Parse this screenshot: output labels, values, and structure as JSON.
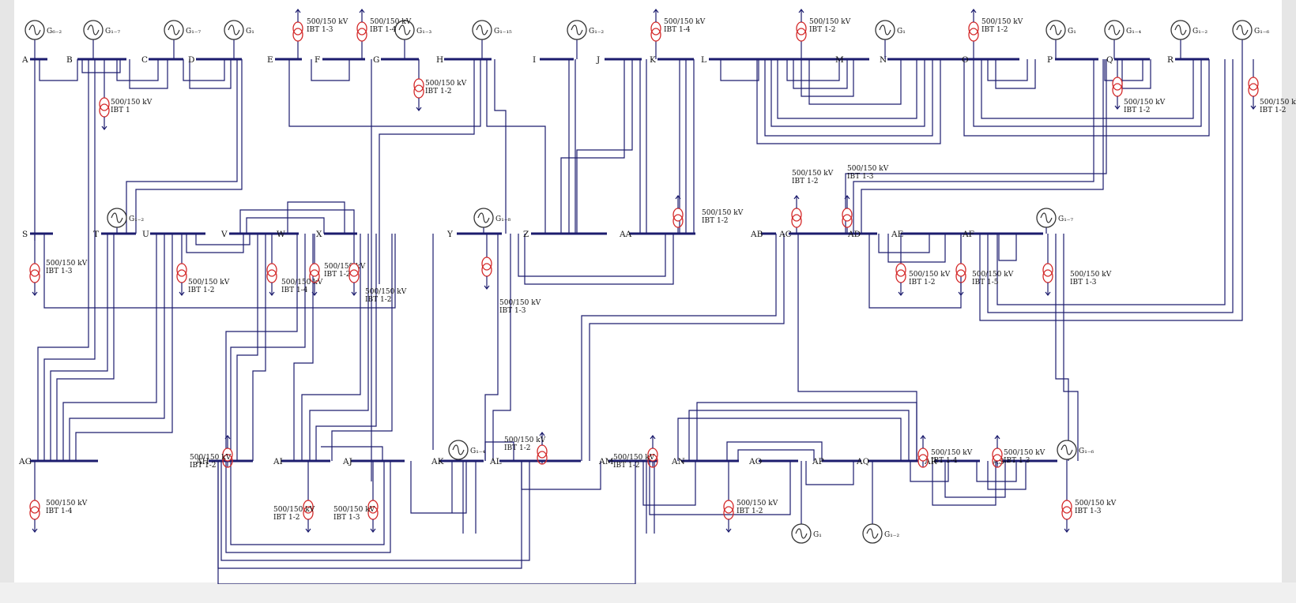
{
  "caption": "",
  "colors": {
    "line": "#1c1c6e",
    "transformer": "#d42a2a",
    "text": "#111111",
    "generator": "#333333"
  },
  "buses": [
    {
      "id": "A",
      "label": "A"
    },
    {
      "id": "B",
      "label": "B"
    },
    {
      "id": "C",
      "label": "C"
    },
    {
      "id": "D",
      "label": "D"
    },
    {
      "id": "E",
      "label": "E"
    },
    {
      "id": "F",
      "label": "F"
    },
    {
      "id": "G",
      "label": "G"
    },
    {
      "id": "H",
      "label": "H"
    },
    {
      "id": "I",
      "label": "I"
    },
    {
      "id": "J",
      "label": "J"
    },
    {
      "id": "K",
      "label": "K"
    },
    {
      "id": "L",
      "label": "L"
    },
    {
      "id": "M",
      "label": "M"
    },
    {
      "id": "N",
      "label": "N"
    },
    {
      "id": "O",
      "label": "O"
    },
    {
      "id": "P",
      "label": "P"
    },
    {
      "id": "Q",
      "label": "Q"
    },
    {
      "id": "R",
      "label": "R"
    },
    {
      "id": "S",
      "label": "S"
    },
    {
      "id": "T",
      "label": "T"
    },
    {
      "id": "U",
      "label": "U"
    },
    {
      "id": "V",
      "label": "V"
    },
    {
      "id": "W",
      "label": "W"
    },
    {
      "id": "X",
      "label": "X"
    },
    {
      "id": "Y",
      "label": "Y"
    },
    {
      "id": "Z",
      "label": "Z"
    },
    {
      "id": "AA",
      "label": "AA"
    },
    {
      "id": "AB",
      "label": "AB"
    },
    {
      "id": "AC",
      "label": "AC"
    },
    {
      "id": "AD",
      "label": "AD"
    },
    {
      "id": "AE",
      "label": "AE"
    },
    {
      "id": "AF",
      "label": "AF"
    },
    {
      "id": "AG",
      "label": "AG"
    },
    {
      "id": "AH",
      "label": "AH"
    },
    {
      "id": "AI",
      "label": "AI"
    },
    {
      "id": "AJ",
      "label": "AJ"
    },
    {
      "id": "AK",
      "label": "AK"
    },
    {
      "id": "AL",
      "label": "AL"
    },
    {
      "id": "AM",
      "label": "AM"
    },
    {
      "id": "AN",
      "label": "AN"
    },
    {
      "id": "AO",
      "label": "AO"
    },
    {
      "id": "AP",
      "label": "AP"
    },
    {
      "id": "AQ",
      "label": "AQ"
    },
    {
      "id": "AR",
      "label": "AR"
    },
    {
      "id": "AS",
      "label": "AS"
    }
  ],
  "generators": [
    {
      "id": "g-a",
      "label": "G₆₋₂"
    },
    {
      "id": "g-b",
      "label": "G₁₋₇"
    },
    {
      "id": "g-c",
      "label": "G₁₋₇"
    },
    {
      "id": "g-d",
      "label": "G₁"
    },
    {
      "id": "g-g",
      "label": "G₁₋₃"
    },
    {
      "id": "g-h",
      "label": "G₁₋₁₅"
    },
    {
      "id": "g-i",
      "label": "G₁₋₂"
    },
    {
      "id": "g-m",
      "label": "G₁"
    },
    {
      "id": "g-o",
      "label": "G₁"
    },
    {
      "id": "g-p",
      "label": "G₁₋₄"
    },
    {
      "id": "g-q",
      "label": "G₁₋₂"
    },
    {
      "id": "g-r",
      "label": "G₁₋₆"
    },
    {
      "id": "g-t",
      "label": "G₁₋₂"
    },
    {
      "id": "g-y",
      "label": "G₁₋₈"
    },
    {
      "id": "g-af",
      "label": "G₁₋₇"
    },
    {
      "id": "g-ak",
      "label": "G₁₋₄"
    },
    {
      "id": "g-ao",
      "label": "G₁"
    },
    {
      "id": "g-ap",
      "label": "G₁₋₂"
    },
    {
      "id": "g-as",
      "label": "G₁₋₆"
    }
  ],
  "transformers": [
    {
      "id": "t-b",
      "line1": "500/150 kV",
      "line2": "IBT 1"
    },
    {
      "id": "t-e",
      "line1": "500/150 kV",
      "line2": "IBT 1-3"
    },
    {
      "id": "t-f",
      "line1": "500/150 kV",
      "line2": "IBT 1-4"
    },
    {
      "id": "t-g",
      "line1": "500/150 kV",
      "line2": "IBT 1-2"
    },
    {
      "id": "t-j",
      "line1": "500/150 kV",
      "line2": "IBT 1-4"
    },
    {
      "id": "t-l",
      "line1": "500/150 kV",
      "line2": "IBT 1-2"
    },
    {
      "id": "t-n",
      "line1": "500/150 kV",
      "line2": "IBT 1-2"
    },
    {
      "id": "t-p",
      "line1": "500/150 kV",
      "line2": "IBT 1-2"
    },
    {
      "id": "t-r",
      "line1": "500/150 kV",
      "line2": "IBT 1-2"
    },
    {
      "id": "t-s",
      "line1": "500/150 kV",
      "line2": "IBT 1-3"
    },
    {
      "id": "t-u",
      "line1": "500/150 kV",
      "line2": "IBT 1-2"
    },
    {
      "id": "t-w",
      "line1": "500/150 kV",
      "line2": "IBT 1-4"
    },
    {
      "id": "t-x1",
      "line1": "500/150 kV",
      "line2": "IBT 1-2"
    },
    {
      "id": "t-x2",
      "line1": "500/150 kV",
      "line2": "IBT 1-2"
    },
    {
      "id": "t-y",
      "line1": "500/150 kV",
      "line2": "IBT 1-3"
    },
    {
      "id": "t-aa",
      "line1": "500/150 kV",
      "line2": "IBT 1-2"
    },
    {
      "id": "t-ab",
      "line1": "500/150 kV",
      "line2": "IBT 1-2"
    },
    {
      "id": "t-ac",
      "line1": "500/150 kV",
      "line2": "IBT 1-3"
    },
    {
      "id": "t-ad",
      "line1": "500/150 kV",
      "line2": "IBT 1-2"
    },
    {
      "id": "t-ae",
      "line1": "500/150 kV",
      "line2": "IBT 1-5"
    },
    {
      "id": "t-af",
      "line1": "500/150 kV",
      "line2": "IBT 1-3"
    },
    {
      "id": "t-ag",
      "line1": "500/150 kV",
      "line2": "IBT 1-4"
    },
    {
      "id": "t-ah",
      "line1": "500/150 kV",
      "line2": "IBT 1-2"
    },
    {
      "id": "t-ai",
      "line1": "500/150 kV",
      "line2": "IBT 1-2"
    },
    {
      "id": "t-aj",
      "line1": "500/150 kV",
      "line2": "IBT 1-3"
    },
    {
      "id": "t-al",
      "line1": "500/150 kV",
      "line2": "IBT 1-2"
    },
    {
      "id": "t-am",
      "line1": "500/150 kV",
      "line2": "IBT 1-2"
    },
    {
      "id": "t-an",
      "line1": "500/150 kV",
      "line2": "IBT 1-2"
    },
    {
      "id": "t-aq",
      "line1": "500/150 kV",
      "line2": "IBT 1-4"
    },
    {
      "id": "t-ar",
      "line1": "500/150 kV",
      "line2": "IBT 1-3"
    },
    {
      "id": "t-as",
      "line1": "500/150 kV",
      "line2": "IBT 1-3"
    }
  ]
}
